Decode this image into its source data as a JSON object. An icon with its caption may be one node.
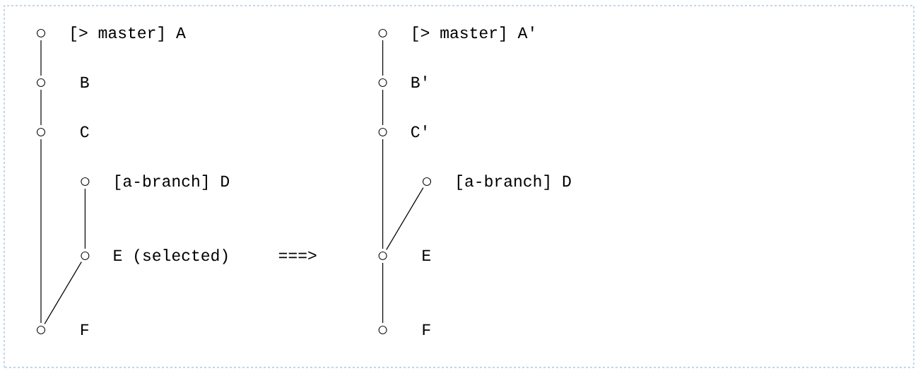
{
  "diagram": {
    "nodes": [
      {
        "text": [
          "[> master] A"
        ]
      },
      {
        "text": [
          "B"
        ]
      },
      {
        "text": [
          "C"
        ]
      },
      {
        "text": [
          "[a-branch] D"
        ]
      },
      {
        "text": [
          "E (selected)"
        ]
      },
      {
        "text": [
          "F"
        ]
      },
      {
        "text": [
          "[> master] A'"
        ]
      },
      {
        "text": [
          "B'"
        ]
      },
      {
        "text": [
          "C'"
        ]
      },
      {
        "text": [
          "[a-branch] D"
        ]
      },
      {
        "text": [
          "E"
        ]
      },
      {
        "text": [
          "F"
        ]
      }
    ],
    "edges": [
      {
        "from": 0,
        "to": 1,
        "arrow": "none"
      },
      {
        "from": 1,
        "to": 2,
        "arrow": "none"
      },
      {
        "from": 2,
        "to": 5,
        "arrow": "none"
      },
      {
        "from": 3,
        "to": 4,
        "arrow": "none"
      },
      {
        "from": 4,
        "to": 5,
        "arrow": "none"
      },
      {
        "from": 6,
        "to": 7,
        "arrow": "none"
      },
      {
        "from": 7,
        "to": 8,
        "arrow": "none"
      },
      {
        "from": 8,
        "to": 10,
        "arrow": "none"
      },
      {
        "from": 9,
        "to": 10,
        "arrow": "none"
      },
      {
        "from": 10,
        "to": 11,
        "arrow": "none"
      }
    ],
    "labels": [
      "===>"
    ]
  }
}
